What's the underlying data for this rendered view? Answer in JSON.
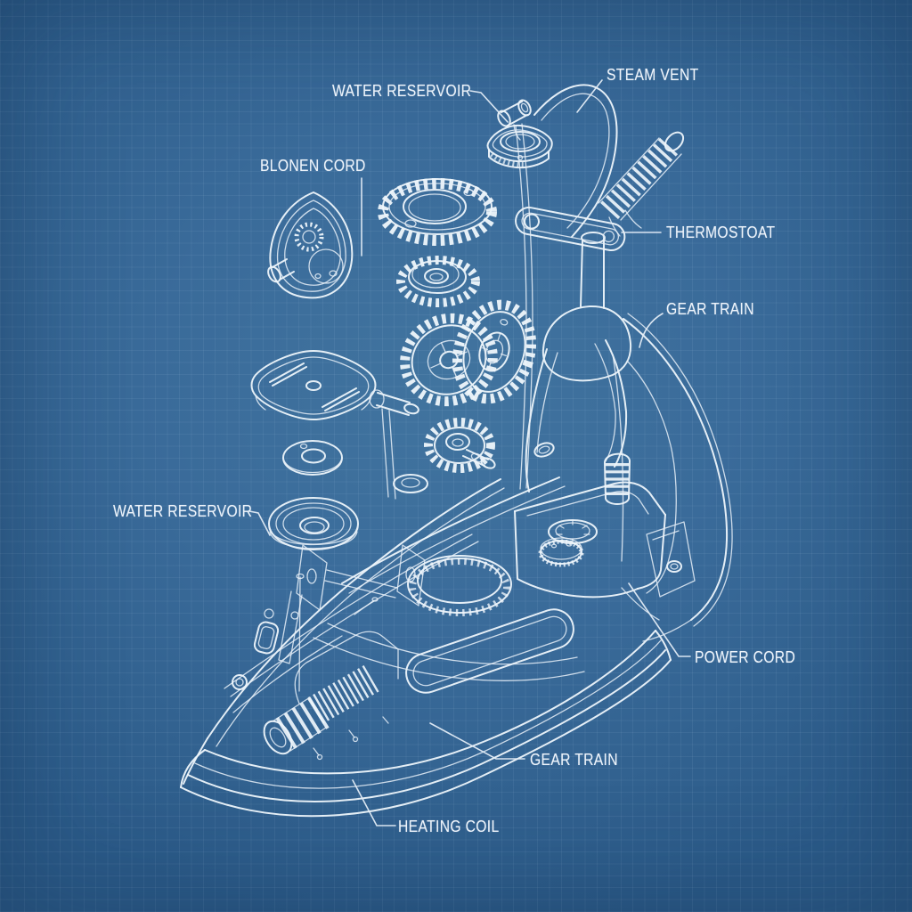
{
  "palette": {
    "background_center": "#41749f",
    "background_edge": "#2b5a88",
    "grid_line": "#d0e6fa",
    "line_color": "#eef5fb",
    "label_color": "#eef4fb"
  },
  "labels": {
    "water_reservoir_top": "WATER RESERVOIR",
    "steam_vent": "STEAM VENT",
    "blonen_cord": "BLONEN CORD",
    "thermostoat": "THERMOSTOAT",
    "gear_train_right": "GEAR TRAIN",
    "water_reservoir_left": "WATER RESERVOIR",
    "power_cord": "POWER CORD",
    "gear_train_bottom": "GEAR TRAIN",
    "heating_coil": "HEATING COIL"
  }
}
